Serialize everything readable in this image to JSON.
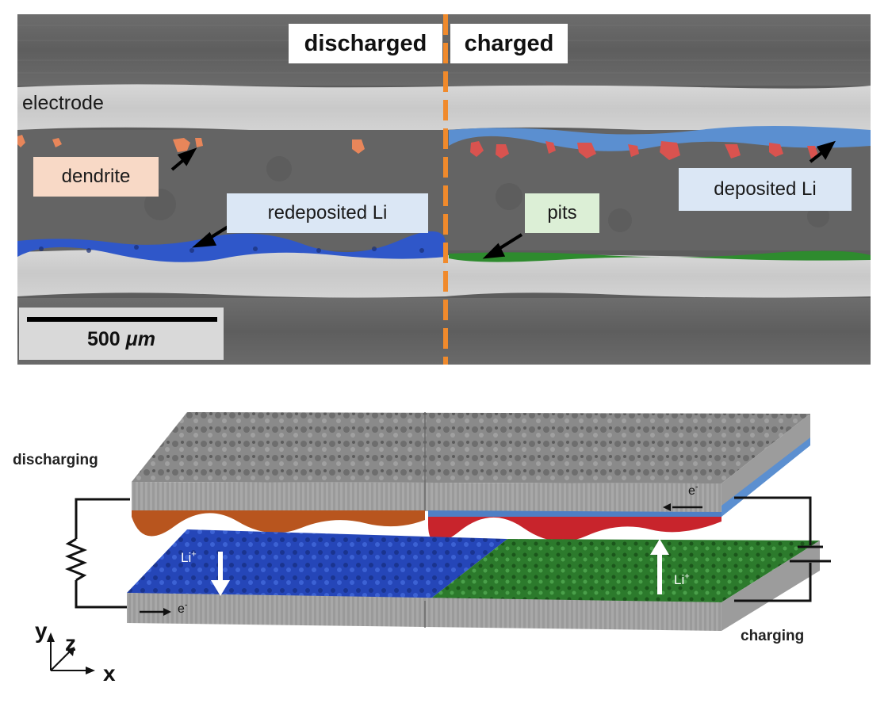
{
  "micrograph": {
    "header_left": "discharged",
    "header_right": "charged",
    "labels": {
      "electrode": "electrode",
      "dendrite": "dendrite",
      "redeposited": "redeposited Li",
      "pits": "pits",
      "deposited": "deposited Li"
    },
    "scale_bar": {
      "value": "500",
      "unit": "μm"
    }
  },
  "schematic": {
    "discharging": "discharging",
    "charging": "charging",
    "li_ion": "Li",
    "li_charge": "+",
    "electron": "e",
    "electron_charge": "-",
    "axes": {
      "x": "x",
      "y": "y",
      "z": "z"
    }
  },
  "colors": {
    "dendrite": "#e8865a",
    "redeposited_li": "#2f57c9",
    "pits": "#2e8b2e",
    "deposited_li": "#5b8fd0",
    "divider": "#f08a2c",
    "deposit_red": "#c8242c",
    "plate_green": "#1f6b1f",
    "plate_blue": "#1f3fa8"
  }
}
